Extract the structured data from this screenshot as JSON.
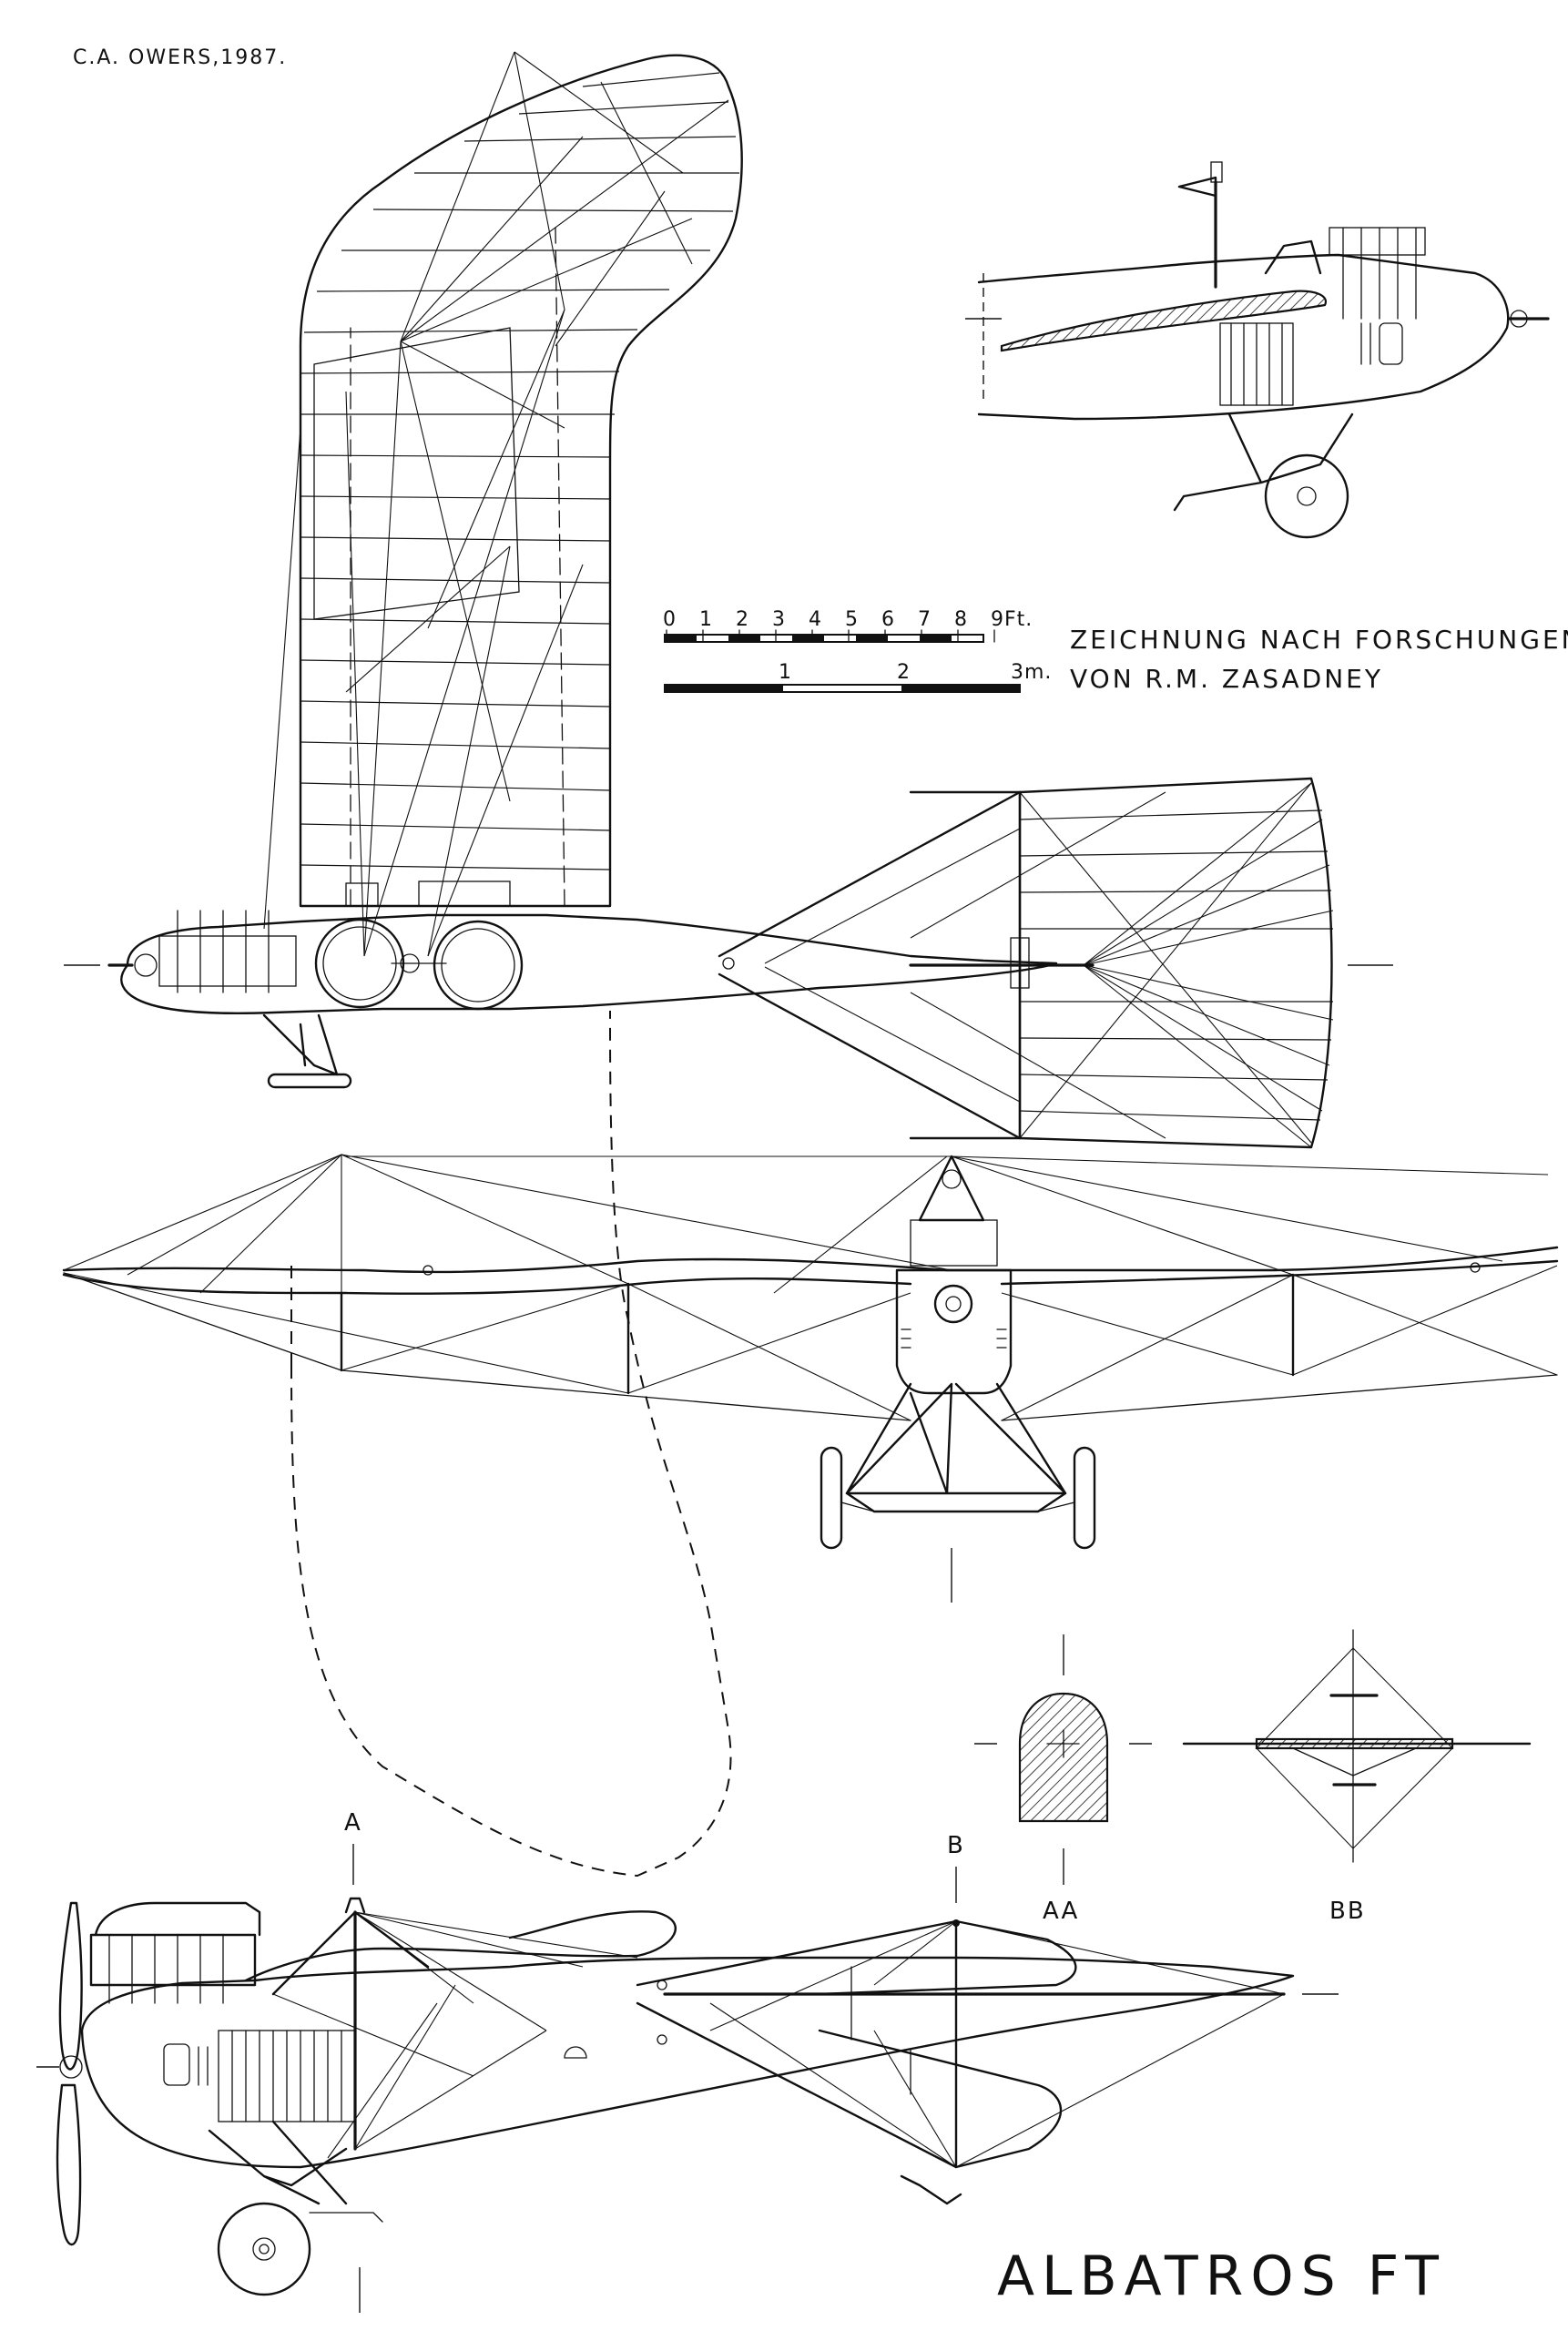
{
  "credit": "C.A. OWERS,1987.",
  "note": {
    "line1": "ZEICHNUNG NACH FORSCHUNGEN",
    "line2": "VON R.M. ZASADNEY"
  },
  "scale": {
    "feet_ticks": [
      "0",
      "1",
      "2",
      "3",
      "4",
      "5",
      "6",
      "7",
      "8",
      "9Ft."
    ],
    "metre_ticks": [
      "1",
      "2",
      "3m."
    ]
  },
  "sections": {
    "a_mark": "A",
    "b_mark": "B",
    "aa_label": "AA",
    "bb_label": "BB"
  },
  "title": "ALBATROS FT",
  "views": {
    "front_fuselage_side": "fuselage-side-detail",
    "plan": "plan-view",
    "front": "front-view",
    "side": "side-view"
  }
}
